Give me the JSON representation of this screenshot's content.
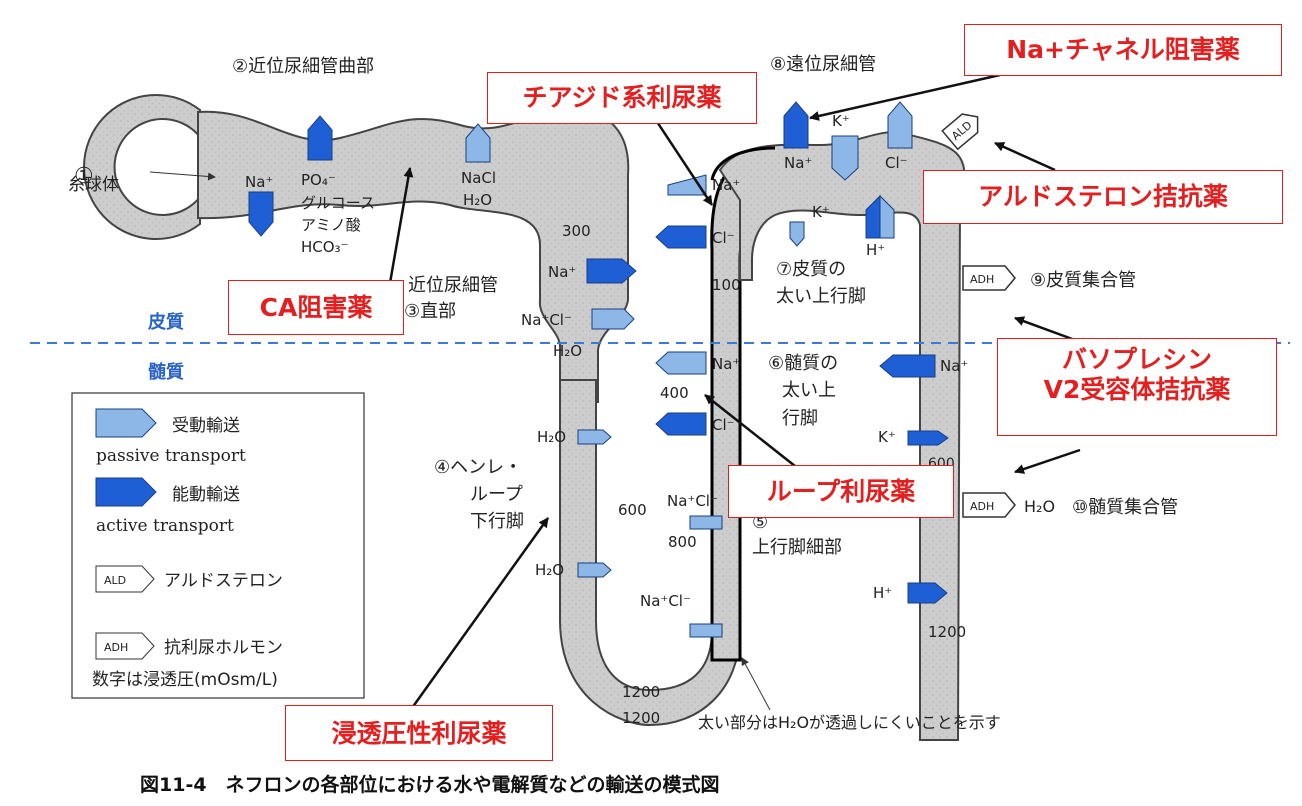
{
  "figure_caption": "図11-4　ネフロンの各部位における水や電解質などの輸送の模式図",
  "zones": {
    "cortex": "皮質",
    "medulla": "髄質"
  },
  "segments": {
    "glomerulus_num": "①",
    "glomerulus": "糸球体",
    "proximal_convoluted": "②近位尿細管曲部",
    "proximal_straight_1": "近位尿細管",
    "proximal_straight_2": "③直部",
    "henle_desc_1": "④ヘンレ・",
    "henle_desc_2": "ループ",
    "henle_desc_3": "下行脚",
    "thin_asc_num": "⑤",
    "thin_asc": "上行脚細部",
    "thick_med_1": "⑥髄質の",
    "thick_med_2": "太い上",
    "thick_med_3": "行脚",
    "thick_cort_1": "⑦皮質の",
    "thick_cort_2": "太い上行脚",
    "distal": "⑧遠位尿細管",
    "cortical_cd": "⑨皮質集合管",
    "medullary_cd": "⑩髄質集合管"
  },
  "substances": {
    "na_prox": "Na⁺",
    "po4": "PO₄⁻",
    "glucose": "グルコース",
    "amino": "アミノ酸",
    "hco3": "HCO₃⁻",
    "nacl": "NaCl",
    "h2o_prox": "H₂O",
    "na_straight": "Na⁺",
    "nacl_straight": "Na⁺Cl⁻",
    "h2o_straight": "H₂O",
    "h2o_desc1": "H₂O",
    "h2o_desc2": "H₂O",
    "nacl_thin1": "Na⁺Cl⁻",
    "nacl_thin2": "Na⁺Cl⁻",
    "na_tal1": "Na⁺",
    "cl_tal1": "Cl⁻",
    "na_tal2": "Na⁺",
    "cl_tal2": "Cl⁻",
    "k_cort": "K⁺",
    "h_cort": "H⁺",
    "na_dist": "Na⁺",
    "k_dist": "K⁺",
    "cl_dist": "Cl⁻",
    "na_cd": "Na⁺",
    "k_cd": "K⁺",
    "h_cd": "H⁺",
    "h2o_cd": "H₂O"
  },
  "osmolality": {
    "v300": "300",
    "v100": "100",
    "v400": "400",
    "v600a": "600",
    "v800": "800",
    "v600b": "600",
    "v1200a": "1200",
    "v1200b": "1200",
    "v1200c": "1200"
  },
  "hormones": {
    "ald": "ALD",
    "adh": "ADH"
  },
  "legend": {
    "passive_jp": "受動輸送",
    "passive_en": "passive transport",
    "active_jp": "能動輸送",
    "active_en": "active transport",
    "ald_badge": "ALD",
    "ald_label": "アルドステロン",
    "adh_badge": "ADH",
    "adh_label": "抗利尿ホルモン",
    "osmo_note": "数字は浸透圧(mOsm/L)"
  },
  "note_thick": "太い部分はH₂Oが透過しにくいことを示す",
  "callouts": {
    "thiazide": "チアジド系利尿薬",
    "na_channel": "Na+チャネル阻害薬",
    "aldosterone_antag": "アルドステロン拮抗薬",
    "ca_inhibitor": "CA阻害薬",
    "vasopressin_1": "バソプレシン",
    "vasopressin_2": "V2受容体拮抗薬",
    "loop": "ループ利尿薬",
    "osmotic": "浸透圧性利尿薬"
  },
  "colors": {
    "tubule_fill": "#cfcfcf",
    "tubule_stroke": "#444444",
    "passive_fill": "#8cb7e6",
    "active_fill": "#1f5fd6",
    "accent_red": "#e41f1f",
    "zone_blue": "#2a63c8",
    "divider": "#3a7ad8"
  }
}
